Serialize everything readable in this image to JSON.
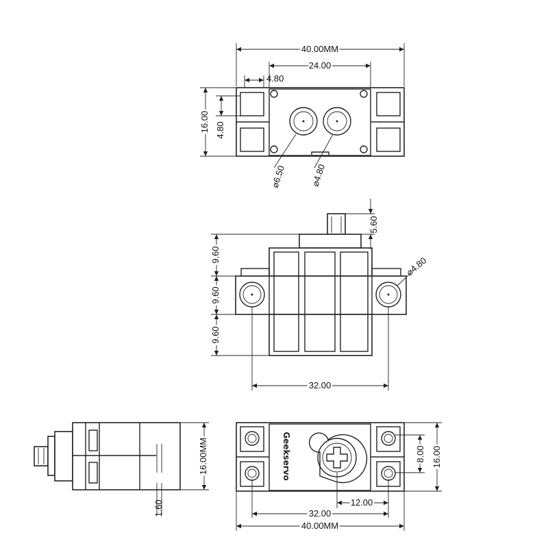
{
  "top_view": {
    "overall_width": "40.00MM",
    "hole_spacing": "24.00",
    "square_size_h": "4.80",
    "square_size_v": "4.80",
    "height": "16.00",
    "hole_large": "⌀6.50",
    "hole_small": "⌀4.80"
  },
  "front_view": {
    "shaft_height": "5.60",
    "upper": "9.60",
    "middle": "9.60",
    "lower": "9.60",
    "hole_dia": "⌀4.80",
    "hole_spacing": "32.00"
  },
  "side_view": {
    "height": "16.00MM",
    "offset": "1.60"
  },
  "bottom_view": {
    "brand": "Geekservo",
    "hole_spacing_v": "8.00",
    "height": "16.00",
    "shaft_offset": "12.00",
    "hole_spacing_h": "32.00",
    "overall_width": "40.00MM"
  }
}
